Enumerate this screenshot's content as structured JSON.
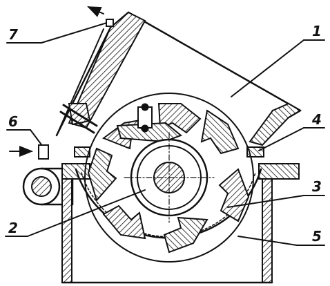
{
  "labels": [
    {
      "id": "1",
      "text": "1"
    },
    {
      "id": "2",
      "text": "2"
    },
    {
      "id": "3",
      "text": "3"
    },
    {
      "id": "4",
      "text": "4"
    },
    {
      "id": "5",
      "text": "5"
    },
    {
      "id": "6",
      "text": "6"
    },
    {
      "id": "7",
      "text": "7"
    }
  ],
  "colors": {
    "ink": "#111111",
    "background": "#ffffff"
  }
}
